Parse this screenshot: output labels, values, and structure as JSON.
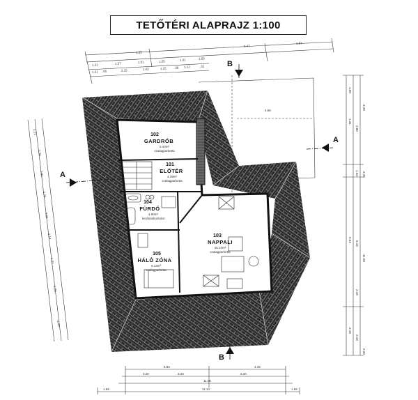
{
  "title": "TETŐTÉRI ALAPRAJZ 1:100",
  "rooms": [
    {
      "number": "102",
      "name": "GARDRÓB",
      "area": "5.40m²",
      "floor": "szalagparketta"
    },
    {
      "number": "101",
      "name": "ELŐTÉR",
      "area": "4.39m²",
      "floor": "szalagparketta"
    },
    {
      "number": "104",
      "name": "FÜRDŐ",
      "area": "4.80m²",
      "floor": "kerámiaburkolat"
    },
    {
      "number": "103",
      "name": "NAPPALI",
      "area": "26.10m²",
      "floor": "szalagparketta"
    },
    {
      "number": "105",
      "name": "HÁLÓ ZÓNA",
      "area": "5.13m²",
      "floor": "szalagparketta"
    }
  ],
  "sections": {
    "a_left": "A",
    "a_right": "A",
    "b_top": "B",
    "b_bottom": "B"
  },
  "dims_top": {
    "row1": [
      "1.35",
      "3.47",
      "1.67"
    ],
    "row2": [
      "1.21",
      "1.27",
      "1.01",
      "1.05",
      "1.01",
      "1.00"
    ],
    "row3": [
      "1.21",
      ".95",
      "2.15",
      "1.02",
      "1.15",
      ".38",
      "1.12",
      ".32"
    ],
    "inner": "4.86"
  },
  "dims_right": {
    "outer": [
      "1.00",
      "1.21",
      "6.54",
      "2.18"
    ],
    "middle": [
      "2.80",
      "1.54",
      "6.18",
      "11.58"
    ],
    "inner": [
      "3.28",
      "2.28",
      "2.18",
      "2.18",
      "2.20"
    ]
  },
  "dims_left": [
    "1.21",
    "1.34",
    "1.01",
    "1.24",
    "1.01",
    "1.14",
    "1.34",
    "1.24",
    "1.40"
  ],
  "dims_bottom": {
    "row1": [
      "5.83",
      "4.45"
    ],
    "row2": [
      "3.20",
      "3.20",
      "3.20",
      "11.00"
    ],
    "row3": [
      "1.69",
      "11.14",
      "1.69"
    ]
  },
  "colors": {
    "line": "#111111",
    "roof": "#3a3a3a",
    "paper": "#ffffff"
  }
}
